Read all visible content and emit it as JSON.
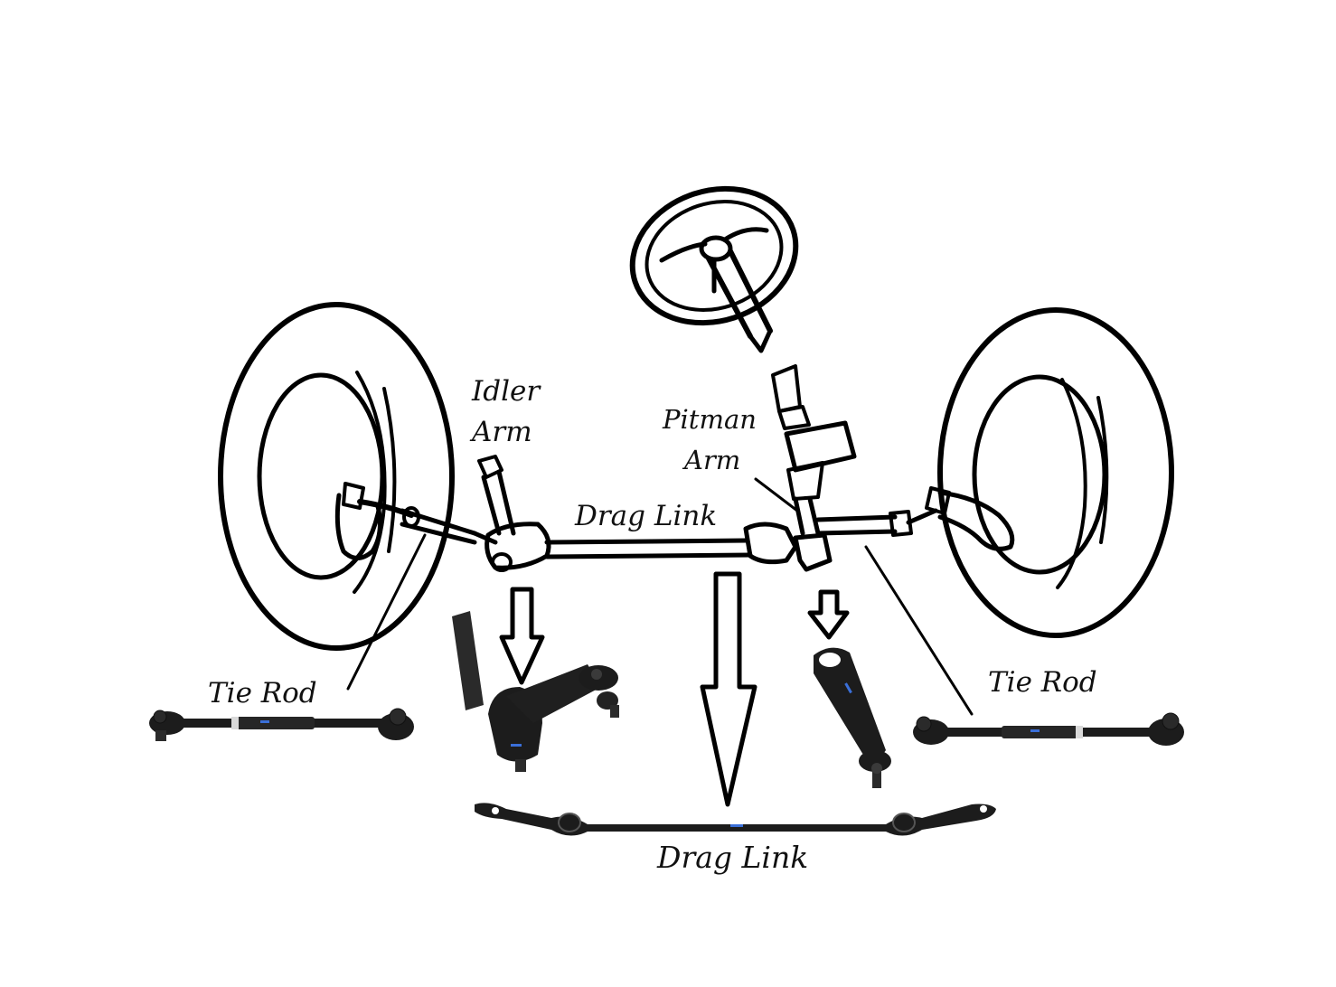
{
  "labels": {
    "idler_arm_line1": "Idler",
    "idler_arm_line2": "Arm",
    "pitman_arm_line1": "Pitman",
    "pitman_arm_line2": "Arm",
    "drag_link_top": "Drag Link",
    "tie_rod_left": "Tie Rod",
    "tie_rod_right": "Tie Rod",
    "drag_link_bottom": "Drag Link"
  },
  "colors": {
    "line": "#000000",
    "background": "#ffffff",
    "part_metal": "#1c1c1c",
    "part_highlight": "#3a3a3a",
    "part_marking": "#3a6fd8"
  }
}
